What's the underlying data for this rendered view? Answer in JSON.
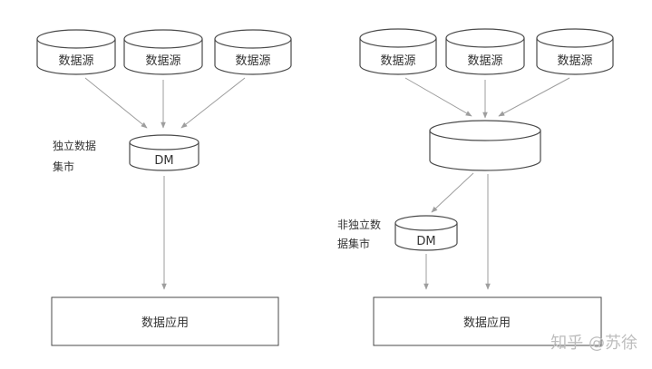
{
  "colors": {
    "stroke": "#4a4a4a",
    "arrow": "#9e9e9e",
    "text": "#333333",
    "watermark": "#bdbdbd"
  },
  "left": {
    "sources": [
      "数据源",
      "数据源",
      "数据源"
    ],
    "datamart_label": "DM",
    "note_line1": "独立数据",
    "note_line2": "集市",
    "app_label": "数据应用"
  },
  "right": {
    "sources": [
      "数据源",
      "数据源",
      "数据源"
    ],
    "warehouse_label": "",
    "datamart_label": "DM",
    "note_line1": "非独立数",
    "note_line2": "据集市",
    "app_label": "数据应用"
  },
  "watermark": "知乎 @苏徐"
}
